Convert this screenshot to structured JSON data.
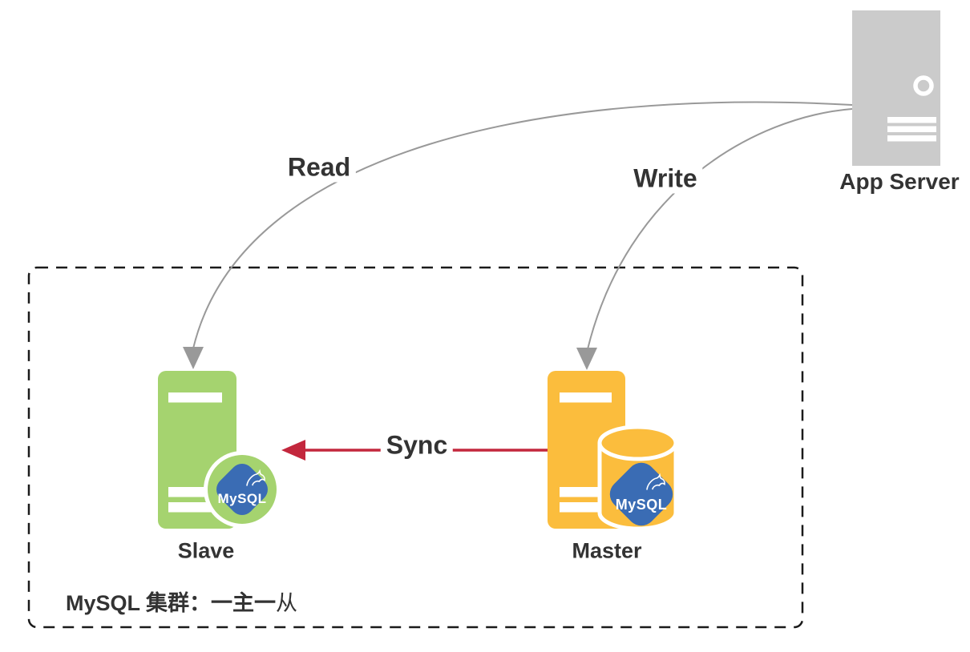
{
  "diagram": {
    "app_server": {
      "label": "App Server"
    },
    "cluster": {
      "label": "MySQL 集群：一主一",
      "label_suffix": "从",
      "slave": {
        "label": "Slave",
        "badge_label": "MySQL"
      },
      "master": {
        "label": "Master",
        "badge_label": "MySQL"
      }
    },
    "edges": {
      "read": {
        "label": "Read"
      },
      "write": {
        "label": "Write"
      },
      "sync": {
        "label": "Sync"
      }
    },
    "colors": {
      "slave_green": "#A5D36F",
      "master_yellow": "#FBBD3D",
      "mysql_blue": "#3A6CB4",
      "sync_red": "#C3273D",
      "server_gray": "#CBCBCB",
      "edge_gray": "#999999",
      "border_black": "#1A1A1A",
      "text": "#333333"
    }
  }
}
